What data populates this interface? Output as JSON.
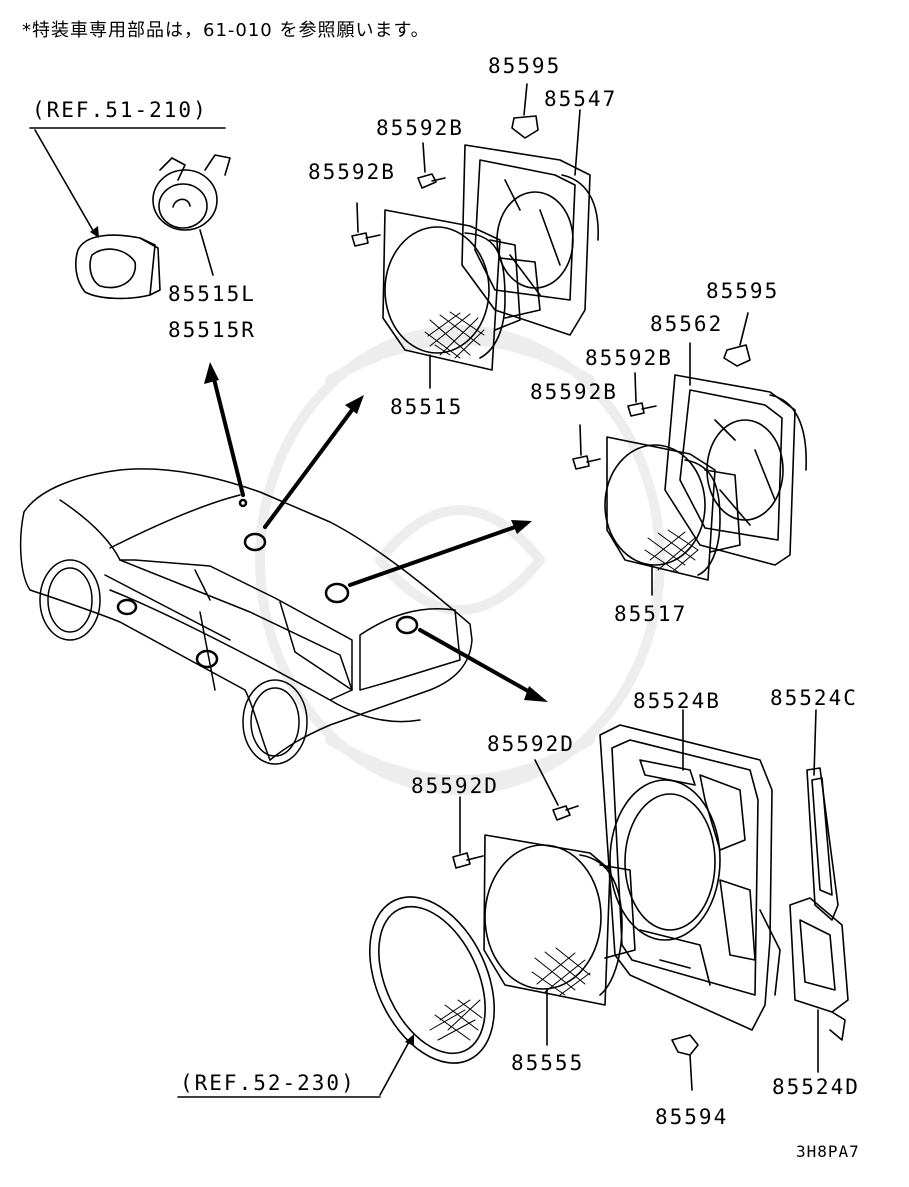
{
  "note": "*特装車専用部品は，61-010 を参照願います。",
  "labels": {
    "ref_51_210": "(REF.51-210)",
    "p85515L": "85515L",
    "p85515R": "85515R",
    "p85595_top": "85595",
    "p85547": "85547",
    "p85592B_a": "85592B",
    "p85592B_b": "85592B",
    "p85515": "85515",
    "p85595_mid": "85595",
    "p85562": "85562",
    "p85592B_c": "85592B",
    "p85592B_d": "85592B",
    "p85517": "85517",
    "p85524B": "85524B",
    "p85524C": "85524C",
    "p85592D_a": "85592D",
    "p85592D_b": "85592D",
    "p85555": "85555",
    "ref_52_230": "(REF.52-230)",
    "p85594": "85594",
    "p85524D": "85524D"
  },
  "diagram_code": "3H8PA7"
}
